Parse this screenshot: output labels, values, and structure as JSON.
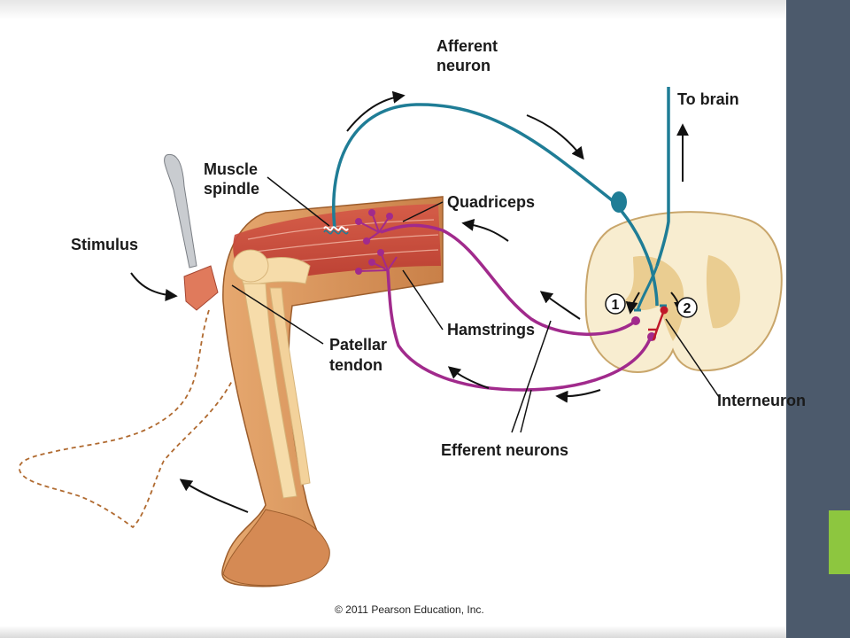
{
  "labels": {
    "afferent_line1": "Afferent",
    "afferent_line2": "neuron",
    "to_brain": "To brain",
    "muscle_line1": "Muscle",
    "muscle_line2": "spindle",
    "quadriceps": "Quadriceps",
    "stimulus": "Stimulus",
    "hamstrings": "Hamstrings",
    "patellar_line1": "Patellar",
    "patellar_line2": "tendon",
    "interneuron": "Interneuron",
    "efferent": "Efferent neurons",
    "marker_1": "1",
    "marker_2": "2"
  },
  "copyright": "© 2011 Pearson Education, Inc.",
  "colors": {
    "afferent": "#1f7d96",
    "efferent": "#a12a8c",
    "interneuron": "#c0182a",
    "muscle": "#c9463c",
    "skin": "#d9955f",
    "bone": "#f5d9a8",
    "spinal_cord": "#f8edd0",
    "sidebar": "#4c5a6c",
    "accent": "#8dc63f"
  }
}
